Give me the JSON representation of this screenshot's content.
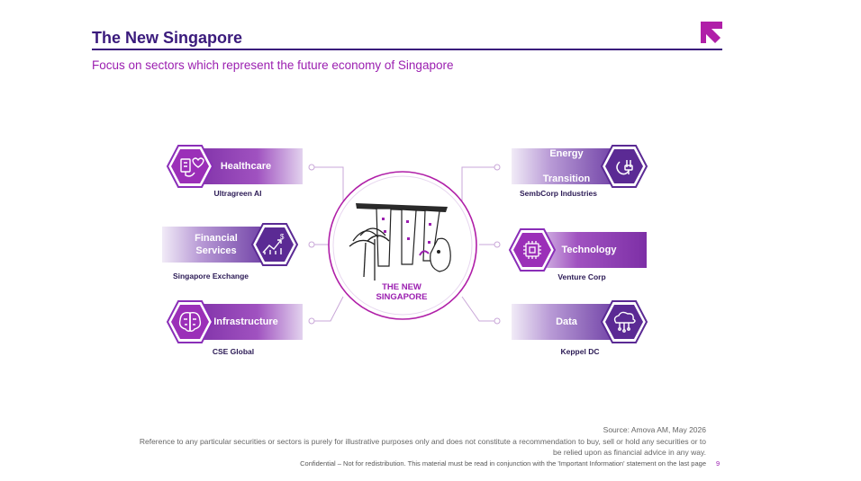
{
  "header": {
    "title": "The New Singapore",
    "subtitle": "Focus on sectors which represent the future economy of Singapore"
  },
  "center": {
    "line1": "THE NEW",
    "line2": "SINGAPORE"
  },
  "sectors": [
    {
      "label": "Healthcare",
      "company": "Ultragreen AI",
      "icon": "medical-kit-icon"
    },
    {
      "label": "Financial Services",
      "label_line1": "Financial",
      "label_line2": "Services",
      "company": "Singapore Exchange",
      "icon": "growth-chart-icon"
    },
    {
      "label": "Infrastructure",
      "company": "CSE Global",
      "icon": "brain-network-icon"
    },
    {
      "label": "Energy Transition",
      "label_line1": "Energy",
      "label_line2": "Transition",
      "company": "SembCorp Industries",
      "icon": "plug-leaf-icon"
    },
    {
      "label": "Technology",
      "company": "Venture Corp",
      "icon": "microchip-icon"
    },
    {
      "label": "Data",
      "company": "Keppel DC",
      "icon": "cloud-network-icon"
    }
  ],
  "footer": {
    "source": "Source: Amova AM, May 2026",
    "disclaimer": "Reference to any particular securities or sectors is purely for illustrative purposes only and does not constitute a recommendation to buy, sell or hold any securities or to be relied upon as financial advice in any way.",
    "confidential": "Confidential – Not for redistribution. This material must be read in conjunction with the 'Important Information' statement on the last page",
    "page_number": "9"
  },
  "colors": {
    "title": "#3a1a7c",
    "accent": "#9b1fb0",
    "purple_dark": "#5b2a94"
  }
}
